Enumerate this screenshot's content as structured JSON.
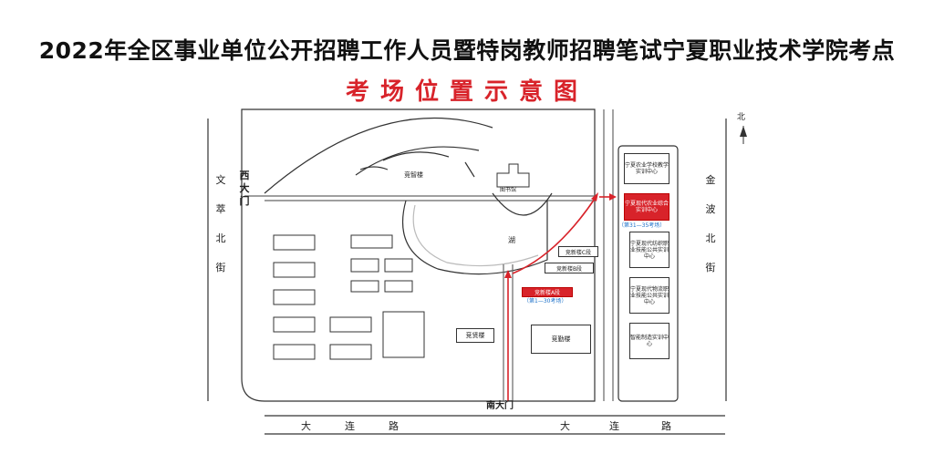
{
  "title": "2022年全区事业单位公开招聘工作人员暨特岗教师招聘笔试宁夏职业技术学院考点",
  "subtitle": "考场位置示意图",
  "compass": "北",
  "streets": {
    "left": [
      "文",
      "萃",
      "北",
      "街"
    ],
    "right": [
      "金",
      "波",
      "北",
      "街"
    ],
    "bottom_left": [
      "大",
      "连",
      "路"
    ],
    "bottom_right": [
      "大",
      "连",
      "路"
    ]
  },
  "gates": {
    "west": [
      "西",
      "大",
      "门"
    ],
    "south": "南大门"
  },
  "labels": {
    "jingzhi": "竞智楼",
    "library": "图书馆",
    "lake": "湖",
    "jingxin_c": "竞新楼C段",
    "jingxin_b": "竞新楼B段",
    "jingxin_a": "竞新楼A段",
    "jingxin_a_rooms": "（第1—30考场）",
    "jingxian": "竞贤楼",
    "jingqin": "竞勤楼"
  },
  "east_buildings": [
    "宁夏农业学校教学实训中心",
    "宁夏现代农业综合实训中心",
    "宁夏现代纺织职业技能公共实训中心",
    "宁夏现代物流职业技能公共实训中心",
    "智能制造实训中心"
  ],
  "east_red_rooms": "（第31—35考场）",
  "colors": {
    "accent": "#d8232a",
    "room_text": "#1a6fc8"
  }
}
